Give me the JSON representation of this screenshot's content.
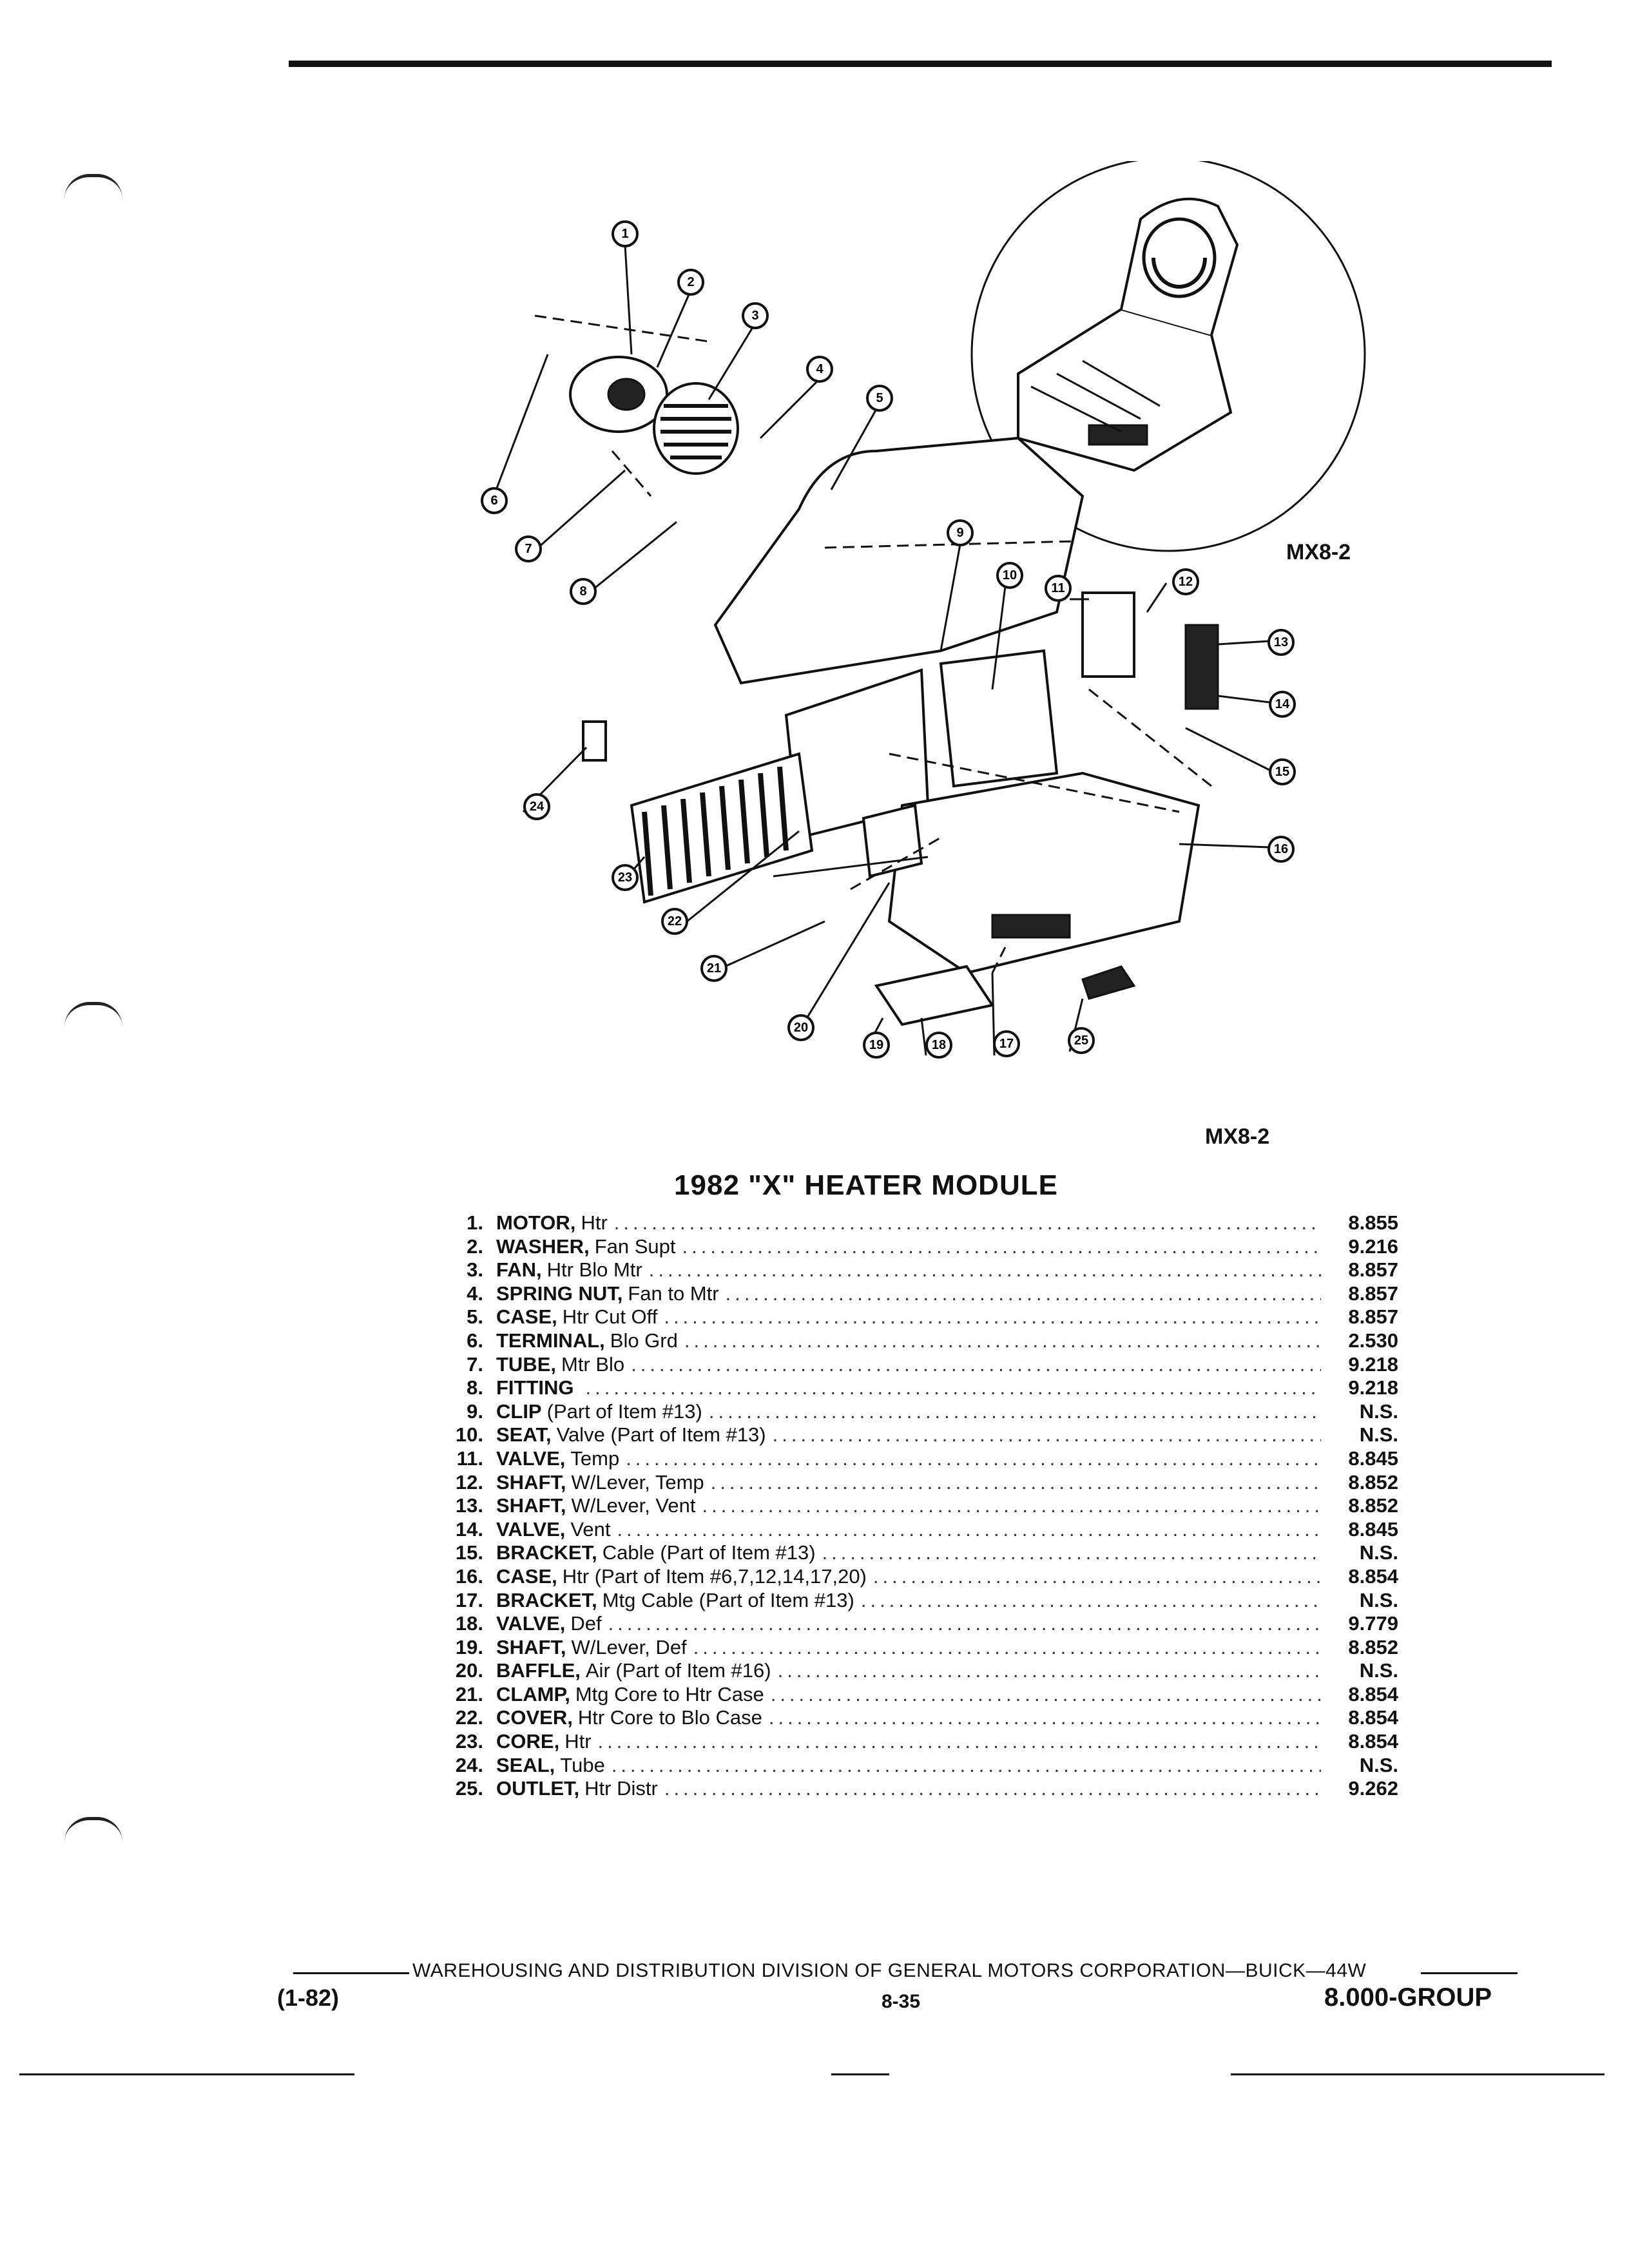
{
  "header": {
    "figure_code_top": "MX8-2",
    "figure_code_bottom": "MX8-2"
  },
  "title": "1982 \"X\" HEATER MODULE",
  "parts": [
    {
      "num": "1.",
      "name": "MOTOR,",
      "desc": "Htr",
      "price": "8.855"
    },
    {
      "num": "2.",
      "name": "WASHER,",
      "desc": "Fan Supt",
      "price": "9.216"
    },
    {
      "num": "3.",
      "name": "FAN,",
      "desc": "Htr Blo Mtr",
      "price": "8.857"
    },
    {
      "num": "4.",
      "name": "SPRING NUT,",
      "desc": "Fan to Mtr",
      "price": "8.857"
    },
    {
      "num": "5.",
      "name": "CASE,",
      "desc": "Htr Cut Off",
      "price": "8.857"
    },
    {
      "num": "6.",
      "name": "TERMINAL,",
      "desc": "Blo Grd",
      "price": "2.530"
    },
    {
      "num": "7.",
      "name": "TUBE,",
      "desc": "Mtr Blo",
      "price": "9.218"
    },
    {
      "num": "8.",
      "name": "FITTING",
      "desc": "",
      "price": "9.218"
    },
    {
      "num": "9.",
      "name": "CLIP",
      "desc": "(Part of Item #13)",
      "price": "N.S."
    },
    {
      "num": "10.",
      "name": "SEAT,",
      "desc": "Valve (Part of Item #13)",
      "price": "N.S."
    },
    {
      "num": "11.",
      "name": "VALVE,",
      "desc": "Temp",
      "price": "8.845"
    },
    {
      "num": "12.",
      "name": "SHAFT,",
      "desc": "W/Lever, Temp",
      "price": "8.852"
    },
    {
      "num": "13.",
      "name": "SHAFT,",
      "desc": "W/Lever, Vent",
      "price": "8.852"
    },
    {
      "num": "14.",
      "name": "VALVE,",
      "desc": "Vent",
      "price": "8.845"
    },
    {
      "num": "15.",
      "name": "BRACKET,",
      "desc": "Cable (Part of Item #13)",
      "price": "N.S."
    },
    {
      "num": "16.",
      "name": "CASE,",
      "desc": "Htr (Part of Item #6,7,12,14,17,20)",
      "price": "8.854"
    },
    {
      "num": "17.",
      "name": "BRACKET,",
      "desc": "Mtg Cable (Part of Item #13)",
      "price": "N.S."
    },
    {
      "num": "18.",
      "name": "VALVE,",
      "desc": "Def",
      "price": "9.779"
    },
    {
      "num": "19.",
      "name": "SHAFT,",
      "desc": "W/Lever, Def",
      "price": "8.852"
    },
    {
      "num": "20.",
      "name": "BAFFLE,",
      "desc": "Air (Part of Item #16)",
      "price": "N.S."
    },
    {
      "num": "21.",
      "name": "CLAMP,",
      "desc": "Mtg Core to Htr Case",
      "price": "8.854"
    },
    {
      "num": "22.",
      "name": "COVER,",
      "desc": "Htr Core to Blo Case",
      "price": "8.854"
    },
    {
      "num": "23.",
      "name": "CORE,",
      "desc": "Htr",
      "price": "8.854"
    },
    {
      "num": "24.",
      "name": "SEAL,",
      "desc": "Tube",
      "price": "N.S."
    },
    {
      "num": "25.",
      "name": "OUTLET,",
      "desc": "Htr Distr",
      "price": "9.262"
    }
  ],
  "footer": {
    "division": "WAREHOUSING AND DISTRIBUTION DIVISION OF GENERAL MOTORS CORPORATION—BUICK—44W",
    "date": "(1-82)",
    "page": "8-35",
    "group": "8.000-GROUP"
  },
  "callouts": [
    "1",
    "2",
    "3",
    "4",
    "5",
    "6",
    "7",
    "8",
    "9",
    "10",
    "11",
    "12",
    "13",
    "14",
    "15",
    "16",
    "17",
    "18",
    "19",
    "20",
    "21",
    "22",
    "23",
    "24",
    "25"
  ]
}
